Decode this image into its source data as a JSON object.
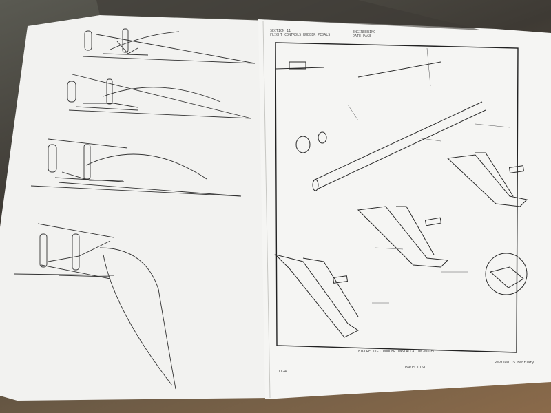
{
  "scene": {
    "description_visible_text": {
      "right_header_left": "SECTION 11",
      "right_header_left_2": "FLIGHT CONTROLS RUDDER PEDALS",
      "right_header_right": "ENGINEERING",
      "right_header_right_2": "DATE PAGE",
      "figure_caption": "FIGURE 11-1  RUDDER INSTALLATION-MODEL",
      "page_number": "11-4",
      "footer_center": "PARTS LIST",
      "revision": "Revised 15 February"
    },
    "colors": {
      "paper": "#f4f4f2",
      "ink": "#2a2a2a",
      "table": "#4a4036"
    }
  }
}
